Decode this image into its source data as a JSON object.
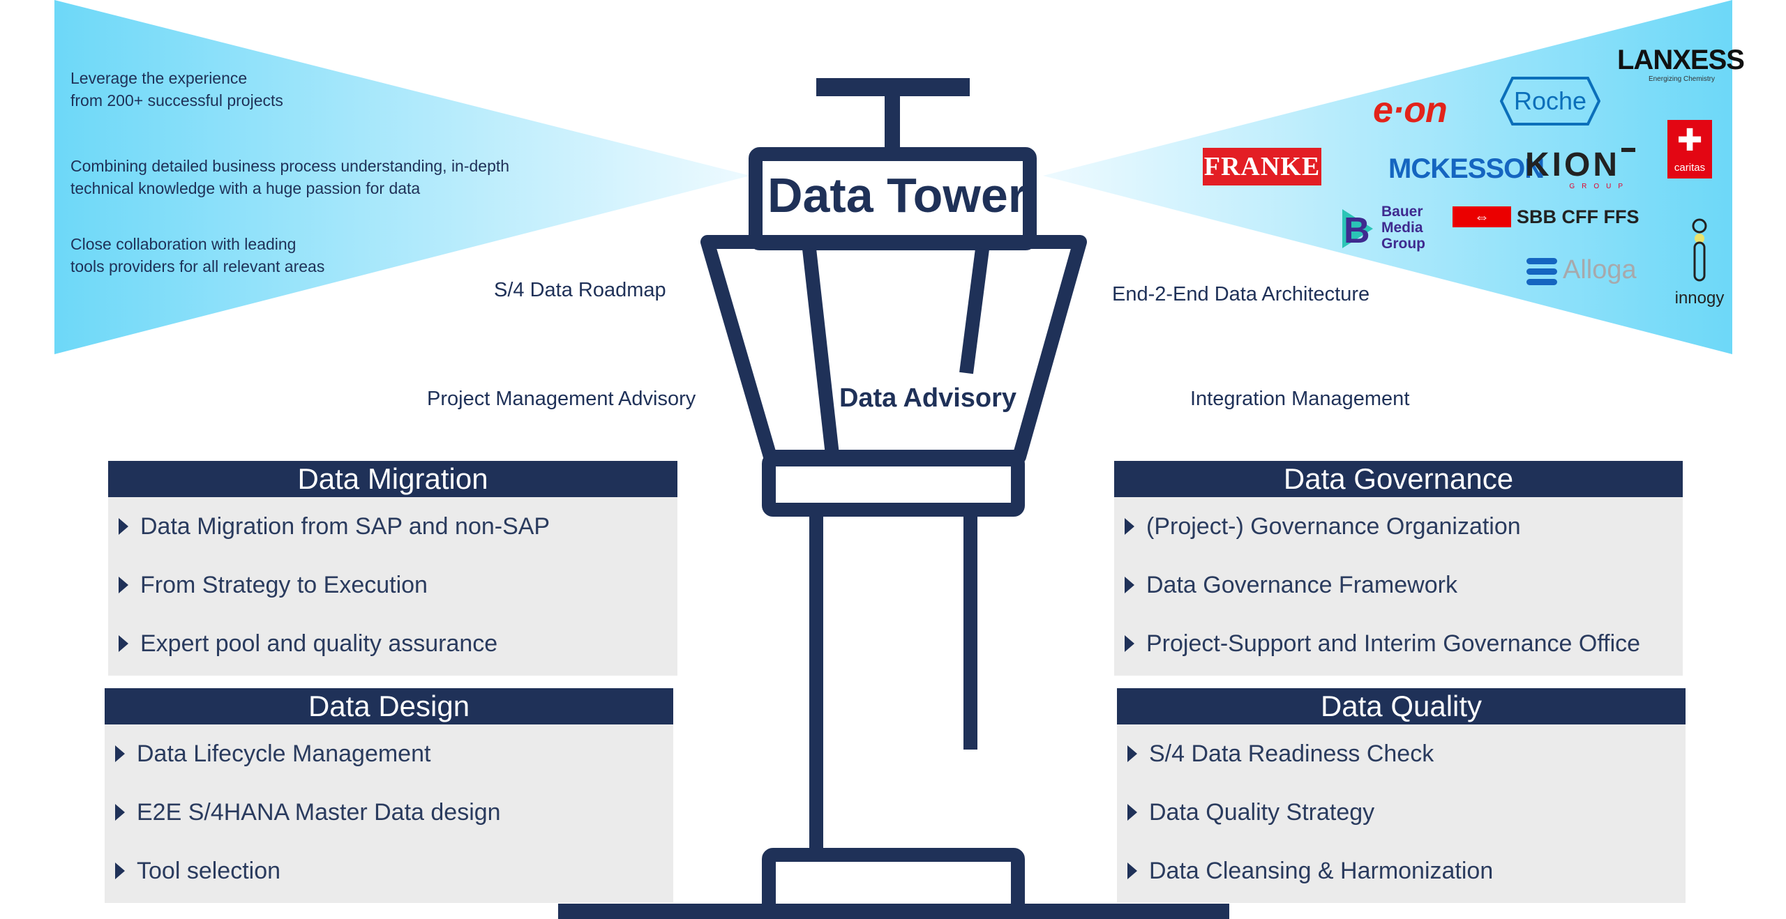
{
  "tower": {
    "title": "Data Tower",
    "subtitle": "Data Advisory"
  },
  "left_notes": [
    {
      "line1": "Leverage the experience",
      "line2": "from 200+ successful projects"
    },
    {
      "line1": "Combining detailed business process understanding, in-depth",
      "line2": "technical knowledge with a huge passion for data"
    },
    {
      "line1": "Close collaboration with leading",
      "line2": "tools providers for all relevant areas"
    }
  ],
  "labels": {
    "roadmap": "S/4 Data Roadmap",
    "architecture": "End-2-End Data Architecture",
    "pm_advisory": "Project Management Advisory",
    "integration": "Integration Management"
  },
  "boxes": {
    "migration": {
      "title": "Data Migration",
      "items": [
        "Data Migration from SAP and non-SAP",
        "From Strategy to Execution",
        "Expert pool and quality assurance"
      ]
    },
    "design": {
      "title": "Data Design",
      "items": [
        "Data Lifecycle Management",
        "E2E S/4HANA Master Data design",
        "Tool selection"
      ]
    },
    "governance": {
      "title": "Data Governance",
      "items": [
        "(Project-) Governance Organization",
        "Data Governance Framework",
        "Project-Support and Interim Governance Office"
      ]
    },
    "quality": {
      "title": "Data Quality",
      "items": [
        "S/4 Data Readiness Check",
        "Data Quality Strategy",
        "Data Cleansing & Harmonization"
      ]
    }
  },
  "logos": {
    "lanxess": "LANXESS",
    "lanxess_tag": "Energizing Chemistry",
    "eon": "e·on",
    "roche": "Roche",
    "franke": "FRANKE",
    "mckesson": "MCKESSON",
    "kion": "KION",
    "kion_group": "GROUP",
    "caritas": "caritas",
    "bauer_1": "Bauer",
    "bauer_2": "Media",
    "bauer_3": "Group",
    "sbb": "SBB CFF FFS",
    "alloga": "Alloga",
    "innogy": "innogy"
  },
  "colors": {
    "navy": "#1f3158",
    "cyan": "#6dd8f8",
    "box_bg": "#ebebeb"
  }
}
